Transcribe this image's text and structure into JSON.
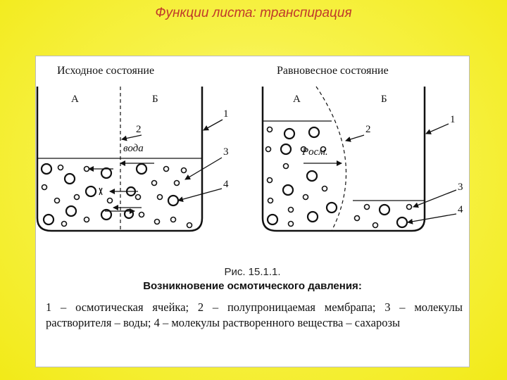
{
  "slide_title": "Функции листа: транспирация",
  "figure": {
    "left_state_label": "Исходное состояние",
    "right_state_label": "Равновесное состояние",
    "compartment_a": "А",
    "compartment_b": "Б",
    "water_label": "вода",
    "pressure_label": "Pосм.",
    "markers": [
      "1",
      "2",
      "3",
      "4"
    ],
    "caption_fig": "Рис. 15.1.1.",
    "caption_heading": "Возникновение осмотического давления:",
    "caption_body": "1 – осмотическая ячейка; 2 – полупроницаемая мембрапа; 3 – молекулы растворителя – воды; 4 – молекулы растворенного вещества – сахарозы"
  }
}
